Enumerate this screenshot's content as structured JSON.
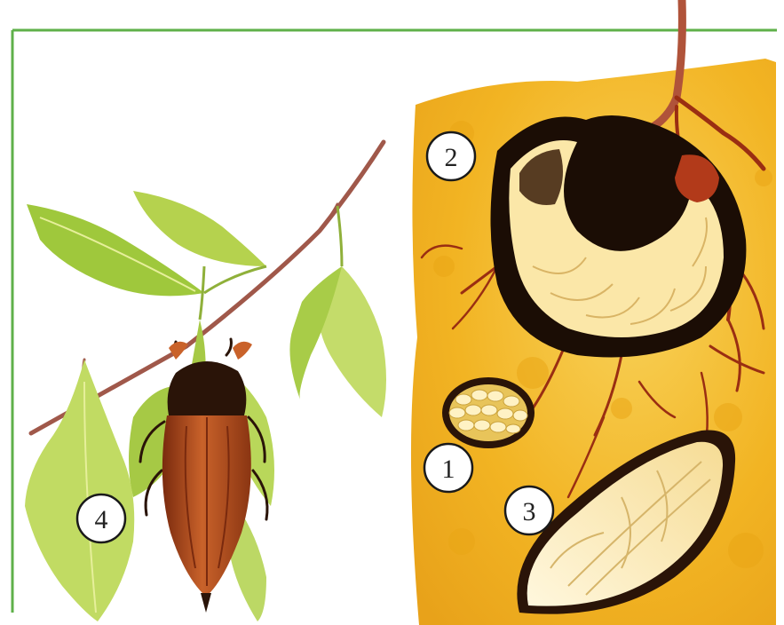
{
  "diagram": {
    "labels": [
      {
        "id": "eggs",
        "text": "1"
      },
      {
        "id": "larva",
        "text": "2"
      },
      {
        "id": "pupa",
        "text": "3"
      },
      {
        "id": "adult",
        "text": "4"
      }
    ],
    "colors": {
      "frame": "#5fb04a",
      "soil": "#f2b423",
      "soil_light": "#f8d25a",
      "roots": "#9a2e12",
      "leaf": "#9fc83c",
      "leaf_light": "#e6ef9a",
      "branch": "#a0584a",
      "beetle_body": "#b4451c",
      "beetle_head": "#2a1408",
      "larva": "#fbe7a8",
      "burrow": "#1b0d05"
    }
  }
}
